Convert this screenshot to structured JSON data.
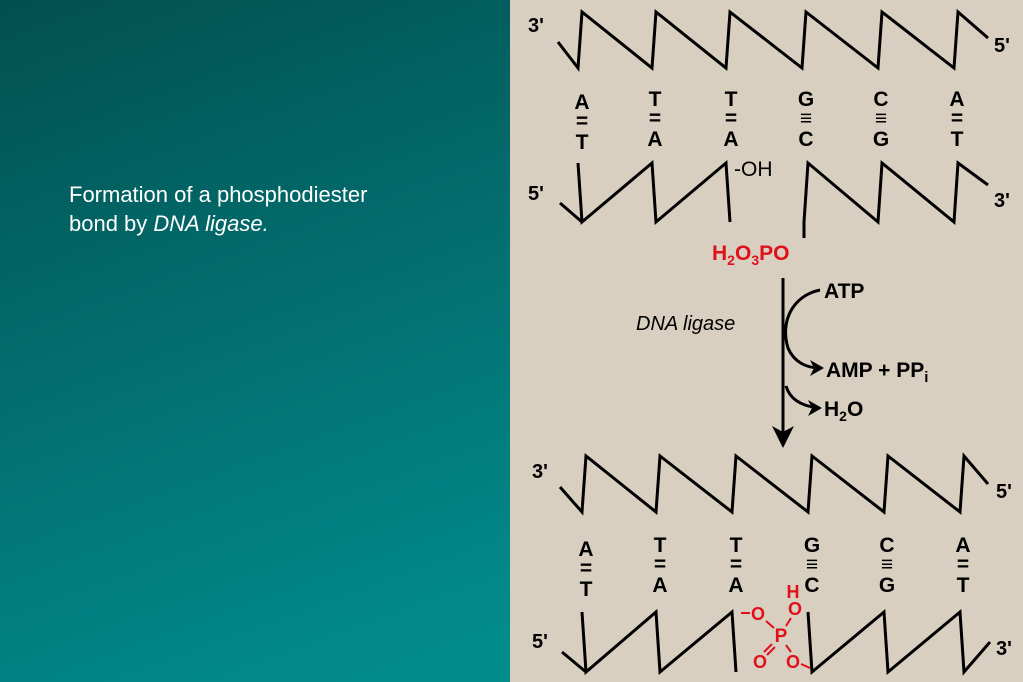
{
  "caption": {
    "line1": "Formation of a phosphodiester",
    "line2_prefix": "bond by ",
    "line2_italic": "DNA ligase."
  },
  "colors": {
    "background_dark": "#02504f",
    "background_light": "#019595",
    "panel": "#d9cfc1",
    "ink": "#000000",
    "highlight": "#e0101a"
  },
  "diagram": {
    "top": {
      "label_3prime": "3'",
      "label_5prime_right": "5'",
      "label_5prime_left": "5'",
      "label_3prime_right": "3'",
      "top_bases": [
        "A",
        "T",
        "T",
        "G",
        "C",
        "A"
      ],
      "bottom_bases": [
        "T",
        "A",
        "A",
        "C",
        "G",
        "T"
      ],
      "bond_marks": [
        "=",
        "=",
        "=",
        "≡",
        "≡",
        "="
      ],
      "hydroxyl": "-OH",
      "phosphate": {
        "h": "H",
        "sub1": "2",
        "o": "O",
        "sub2": "3",
        "po": "PO"
      }
    },
    "reaction": {
      "enzyme": "DNA ligase",
      "reactant": "ATP",
      "product1_main": "AMP + PP",
      "product1_sub": "i",
      "product2_h": "H",
      "product2_sub": "2",
      "product2_o": "O"
    },
    "bottom": {
      "label_3prime": "3'",
      "label_5prime_right": "5'",
      "label_5prime_left": "5'",
      "label_3prime_right": "3'",
      "top_bases": [
        "A",
        "T",
        "T",
        "G",
        "C",
        "A"
      ],
      "bottom_bases": [
        "T",
        "A",
        "A",
        "C",
        "G",
        "T"
      ],
      "bond_marks": [
        "=",
        "=",
        "=",
        "≡",
        "≡",
        "="
      ],
      "linkage": {
        "o1": "O",
        "o2": "O",
        "h": "H",
        "p": "P",
        "o3": "O",
        "o4": "O"
      }
    }
  }
}
